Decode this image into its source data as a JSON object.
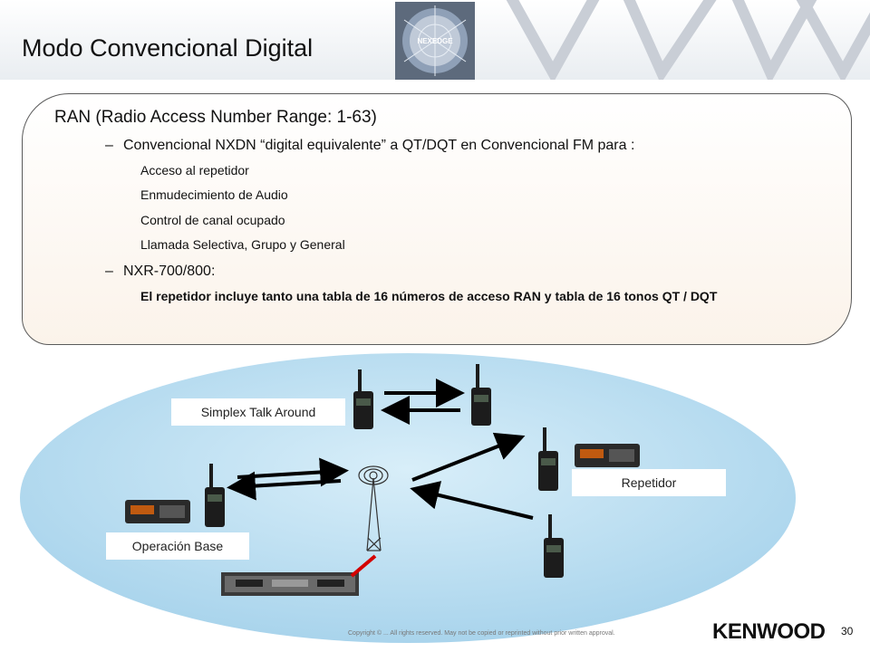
{
  "header": {
    "title": "Modo Convencional Digital",
    "logo_text": "NEXEDGE"
  },
  "content": {
    "heading": "RAN (Radio Access Number Range: 1-63)",
    "bullet_1": {
      "dash": "–",
      "text": "Convencional NXDN “digital equivalente” a QT/DQT en Convencional FM para :",
      "items": [
        "Acceso al repetidor",
        "Enmudecimiento de Audio",
        "Control de canal ocupado",
        "Llamada Selectiva, Grupo y General"
      ]
    },
    "bullet_2": {
      "dash": "–",
      "text": "NXR-700/800:",
      "bold_text": "El repetidor incluye tanto una tabla de 16 números de acceso RAN y tabla de 16 tonos QT / DQT"
    }
  },
  "diagram": {
    "labels": {
      "simplex": "Simplex Talk Around",
      "repeater": "Repetidor",
      "base": "Operación Base"
    }
  },
  "footer": {
    "copyright": "Copyright © ... All rights reserved. May not be copied or reprinted without prior written approval.",
    "brand": "KENWOOD",
    "page_number": "30"
  },
  "colors": {
    "panel_border": "#5a5a5a",
    "ellipse_fill": "#b9dcef",
    "link_line": "#d40000",
    "text": "#111111"
  }
}
